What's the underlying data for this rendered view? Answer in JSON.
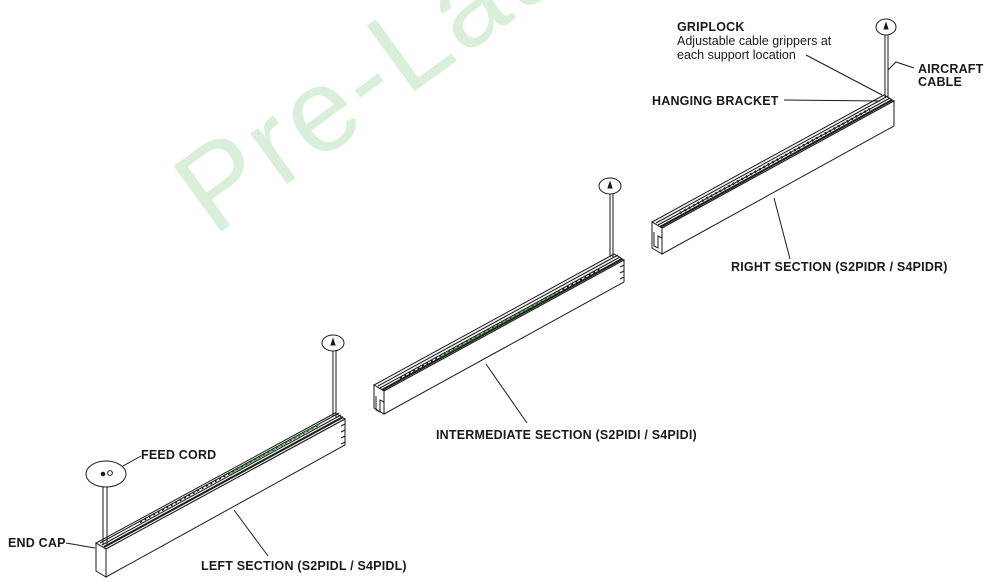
{
  "labels": {
    "griplock_title": "GRIPLOCK",
    "griplock_desc_line1": "Adjustable cable grippers at",
    "griplock_desc_line2": "each support location",
    "aircraft_cable_line1": "AIRCRAFT",
    "aircraft_cable_line2": "CABLE",
    "hanging_bracket": "HANGING BRACKET",
    "right_section": "RIGHT SECTION (S2PIDR / S4PIDR)",
    "intermediate_section": "INTERMEDIATE SECTION (S2PIDI / S4PIDI)",
    "left_section": "LEFT SECTION (S2PIDL / S4PIDL)",
    "feed_cord": "FEED CORD",
    "end_cap": "END CAP"
  },
  "watermark": "Pre-Launch",
  "colors": {
    "line": "#1a1a1a",
    "watermark": "#50b450",
    "accent_green": "#3a9a3a"
  }
}
